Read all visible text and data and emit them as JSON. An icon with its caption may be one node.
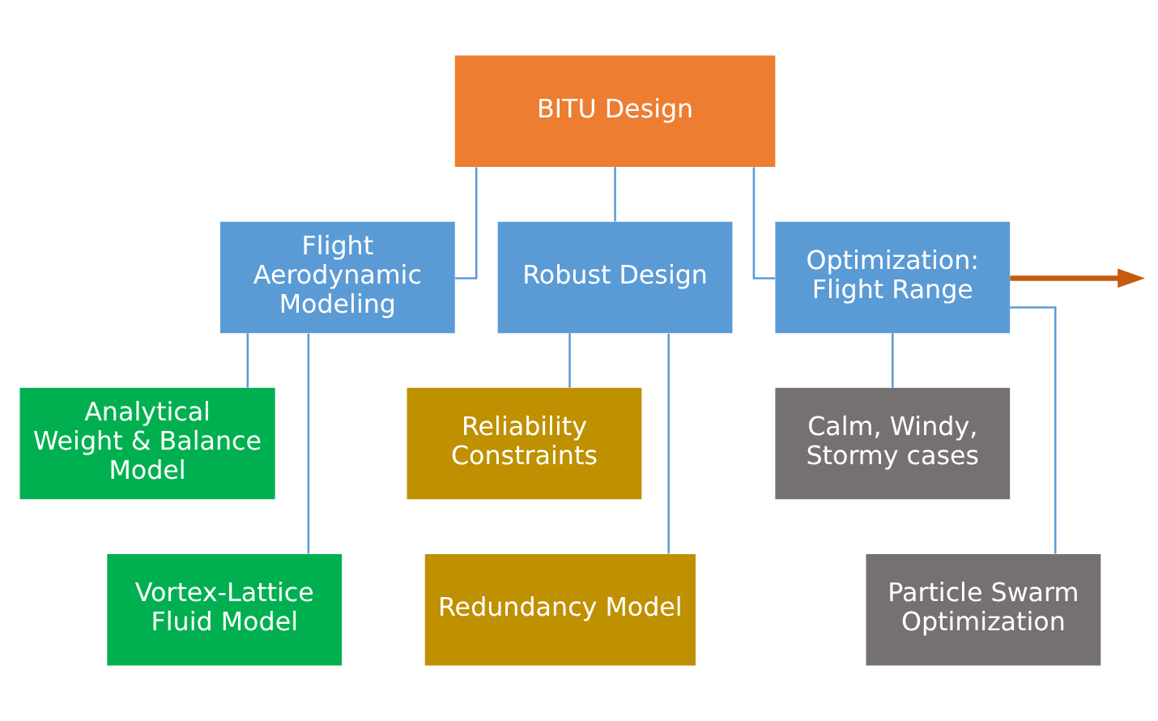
{
  "diagram": {
    "nodes": [
      {
        "text": [
          "BITU Design"
        ]
      },
      {
        "text": [
          "Flight Aerodynamic Modeling"
        ]
      },
      {
        "text": [
          "Robust Design"
        ]
      },
      {
        "text": [
          "Optimization: Flight Range"
        ]
      },
      {
        "text": [
          "Analytical Weight & Balance Model"
        ]
      },
      {
        "text": [
          "Vortex-Lattice Fluid Model"
        ]
      },
      {
        "text": [
          "Reliability Constraints"
        ]
      },
      {
        "text": [
          "Redundancy Model"
        ]
      },
      {
        "text": [
          "Calm, Windy, Stormy cases"
        ]
      },
      {
        "text": [
          "Particle Swarm Optimization"
        ]
      }
    ],
    "edges": [
      {
        "from": 0,
        "to": 1,
        "arrow": "none"
      },
      {
        "from": 0,
        "to": 2,
        "arrow": "none"
      },
      {
        "from": 0,
        "to": 3,
        "arrow": "none"
      },
      {
        "from": 1,
        "to": 4,
        "arrow": "none"
      },
      {
        "from": 1,
        "to": 5,
        "arrow": "none"
      },
      {
        "from": 2,
        "to": 6,
        "arrow": "none"
      },
      {
        "from": 2,
        "to": 7,
        "arrow": "none"
      },
      {
        "from": 3,
        "to": 8,
        "arrow": "none"
      },
      {
        "from": 3,
        "to": 9,
        "arrow": "none"
      },
      {
        "from": 3,
        "to": null,
        "arrow": "to",
        "style": "thick",
        "color": "#c55a11"
      }
    ]
  }
}
